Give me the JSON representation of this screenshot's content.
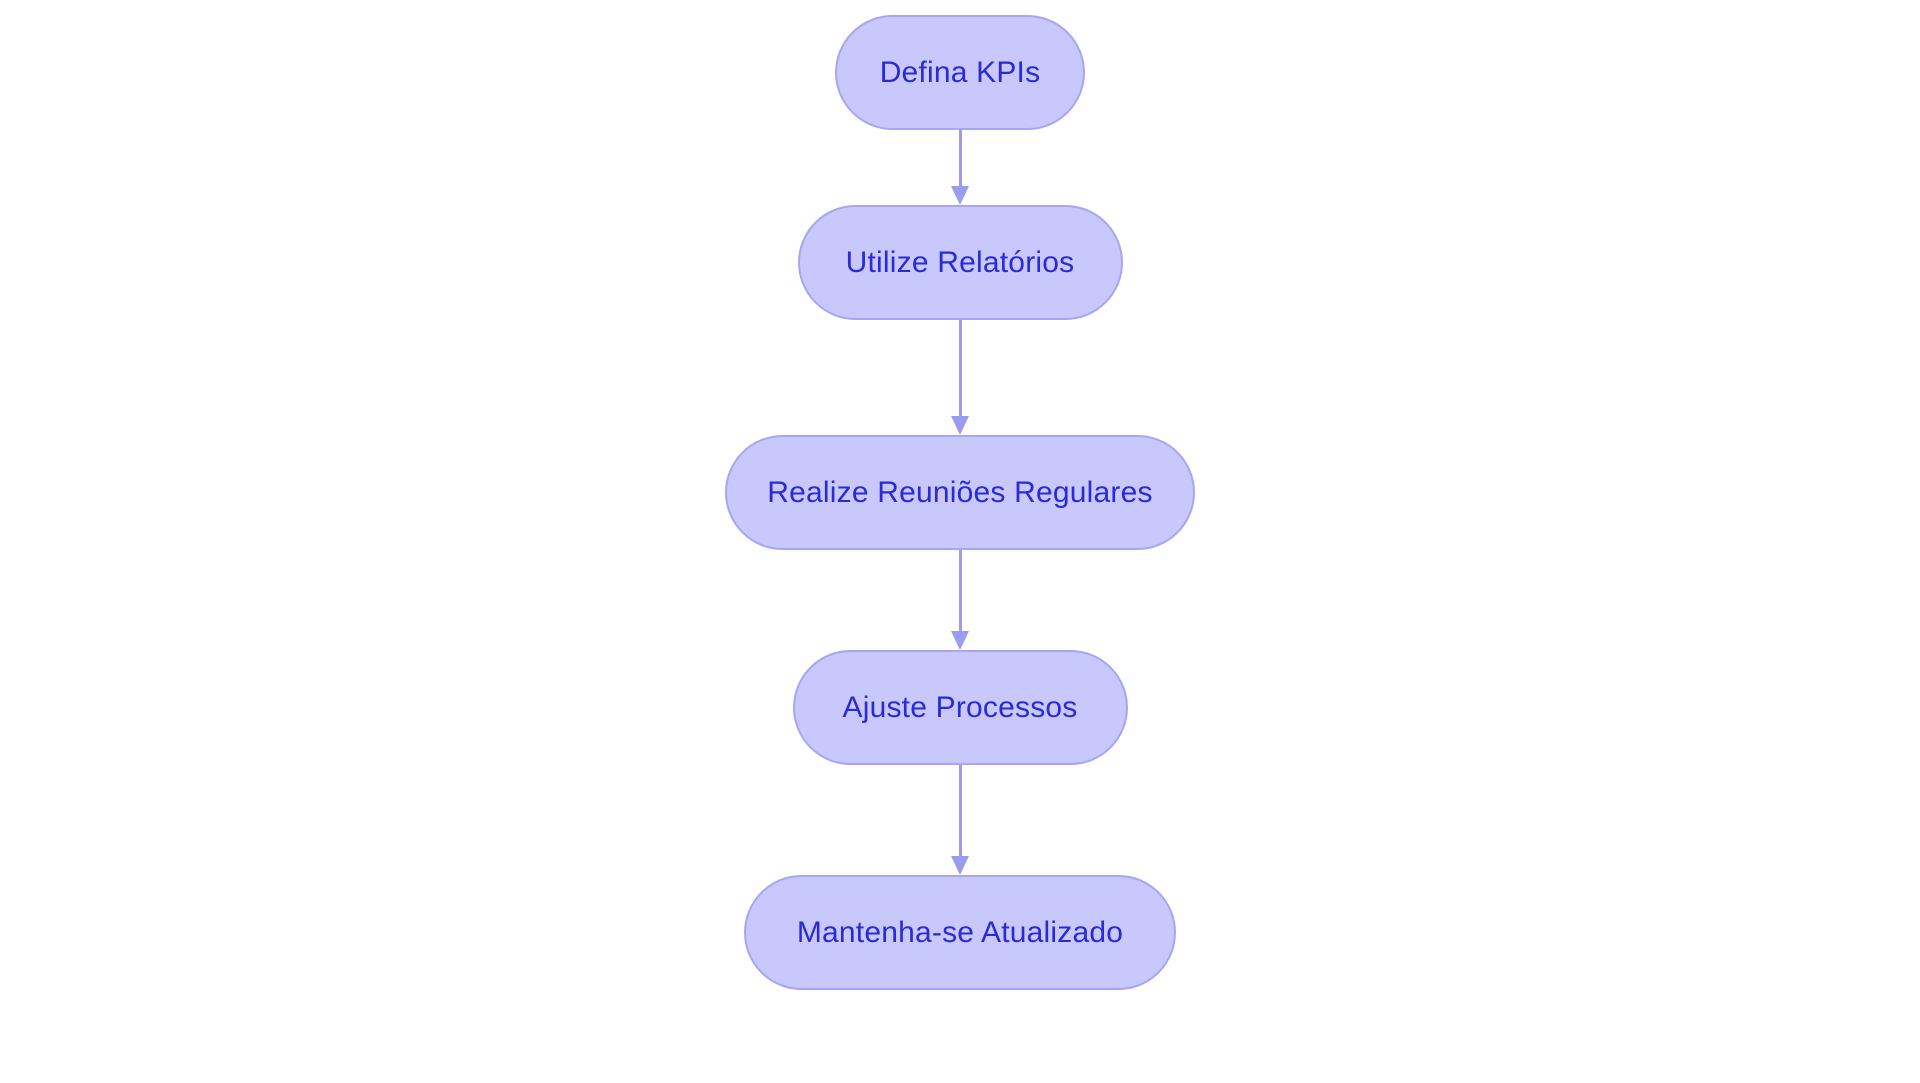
{
  "diagram": {
    "type": "flowchart",
    "orientation": "vertical-top-to-bottom",
    "background_color": "#ffffff",
    "node_fill_color": "#c8c8fc",
    "node_border_color": "#a6a6f2",
    "node_text_color": "#2a2ad6",
    "connector_color": "#9b9bf0",
    "nodes": [
      {
        "id": "n1",
        "label": "Defina KPIs"
      },
      {
        "id": "n2",
        "label": "Utilize Relatórios"
      },
      {
        "id": "n3",
        "label": "Realize Reuniões Regulares"
      },
      {
        "id": "n4",
        "label": "Ajuste Processos"
      },
      {
        "id": "n5",
        "label": "Mantenha-se Atualizado"
      }
    ],
    "edges": [
      {
        "from": "n1",
        "to": "n2",
        "arrow": "down"
      },
      {
        "from": "n2",
        "to": "n3",
        "arrow": "down"
      },
      {
        "from": "n3",
        "to": "n4",
        "arrow": "down"
      },
      {
        "from": "n4",
        "to": "n5",
        "arrow": "down"
      }
    ]
  }
}
